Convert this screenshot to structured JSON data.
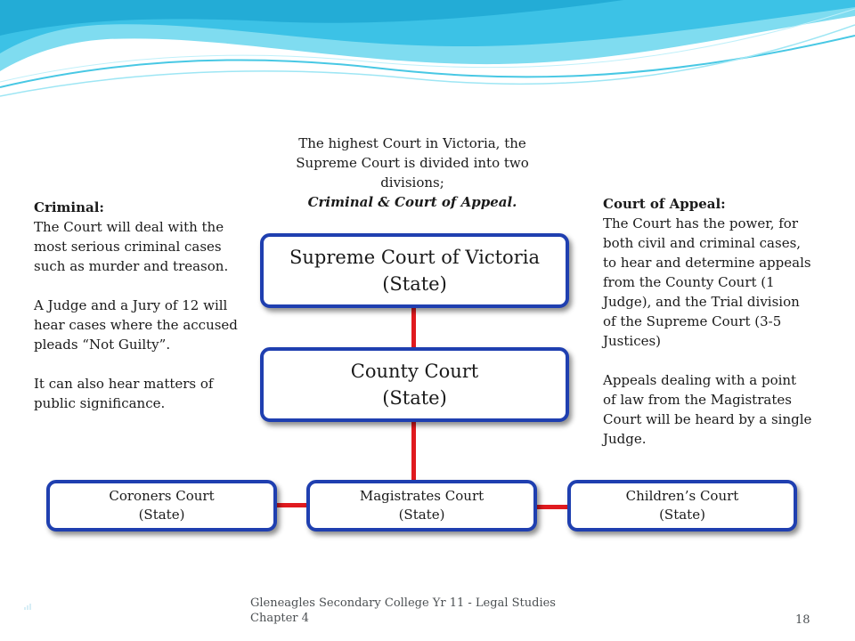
{
  "top_text": {
    "line1": "The highest Court in Victoria, the",
    "line2": "Supreme Court is divided into two",
    "line3": "divisions;",
    "emphasis": "Criminal & Court of Appeal."
  },
  "left_text": {
    "heading": "Criminal:",
    "para1": "The Court will deal with the most serious criminal cases such as murder and treason.",
    "para2": "A Judge and a Jury of 12 will hear cases where the accused pleads “Not Guilty”.",
    "para3": "It can also hear matters of public significance."
  },
  "right_text": {
    "heading": "Court of Appeal:",
    "para1": "The Court has the power, for both civil and criminal cases, to hear and determine appeals from the County Court (1 Judge), and the Trial division of the Supreme Court (3-5 Justices)",
    "para2": "Appeals dealing with a point of law from the Magistrates Court will be heard by a single Judge."
  },
  "nodes": {
    "supreme": {
      "name": "Supreme Court of Victoria",
      "type": "(State)"
    },
    "county": {
      "name": "County Court",
      "type": "(State)"
    },
    "coroners": {
      "name": "Coroners Court",
      "type": "(State)"
    },
    "magistrates": {
      "name": "Magistrates Court",
      "type": "(State)"
    },
    "childrens": {
      "name": "Children’s Court",
      "type": "(State)"
    }
  },
  "footer": {
    "line1": "Gleneagles Secondary College Yr 11 - Legal Studies",
    "line2": "Chapter 4",
    "page_number": "18"
  },
  "colors": {
    "box_border": "#1f3fb0",
    "connector": "#e01a1f",
    "wave_primary": "#5fd3ea",
    "wave_secondary": "#2ab0d6"
  }
}
